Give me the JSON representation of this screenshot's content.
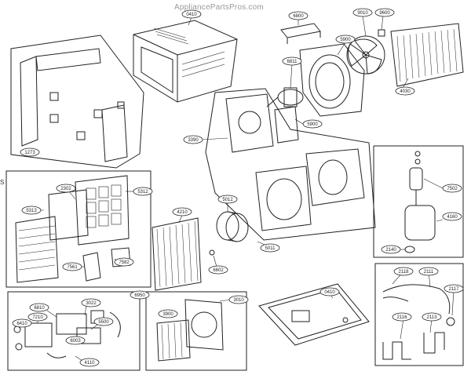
{
  "watermark": "AppliancePartsPros.com",
  "side_mark": "S",
  "labels": {
    "p0410": "0410",
    "p6800": "6800",
    "p9010": "9010",
    "p9600": "9600",
    "p5900": "5900",
    "p4030": "4030",
    "p1273": "1273",
    "p6811": "6811",
    "p5900b": "5900",
    "p3390": "3390",
    "p2302": "2302",
    "p5312": "5312",
    "p5313": "5313",
    "p4210": "4210",
    "p5012": "5012",
    "p5011": "5011",
    "p6602": "6602",
    "p7582": "7582",
    "p7561": "7561",
    "p7502": "7502",
    "p4160": "4160",
    "p2140": "2140",
    "p6950": "6950",
    "p6810": "6810",
    "p3022": "3022",
    "p6410": "6410",
    "p7210": "7210",
    "p5500": "5500",
    "p6003": "6003",
    "p4110": "4110",
    "p3010": "3010",
    "p3900": "3900",
    "p0410b": "0410",
    "p2118": "2118",
    "p2111": "2111",
    "p2117": "2117",
    "p2116": "2116",
    "p2113": "2113"
  }
}
